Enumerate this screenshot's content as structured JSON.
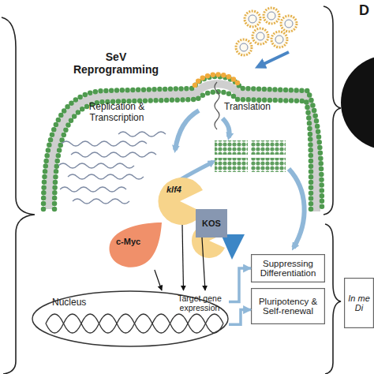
{
  "diagram": {
    "nodes": [
      {
        "text": [
          "klf4"
        ]
      },
      {
        "text": [
          "c-Myc"
        ]
      },
      {
        "text": [
          "KOS"
        ]
      },
      {
        "text": [
          "Nucleus"
        ]
      },
      {
        "text": [
          "Suppressing Differentiation"
        ]
      },
      {
        "text": [
          "Pluripotency & Self-renewal"
        ]
      },
      {
        "text": [
          "In me Di"
        ]
      }
    ],
    "edges": [
      {
        "from": 0,
        "to": 3,
        "arrow": "to"
      },
      {
        "from": 1,
        "to": 3,
        "arrow": "to"
      },
      {
        "from": 2,
        "to": 3,
        "arrow": "to"
      },
      {
        "from": 3,
        "to": 4,
        "arrow": "to"
      },
      {
        "from": 3,
        "to": 5,
        "arrow": "to"
      }
    ],
    "labels": [
      "SeV Reprogramming",
      "Replication & Transcription",
      "Translation",
      "Target gene expression",
      "D"
    ]
  }
}
